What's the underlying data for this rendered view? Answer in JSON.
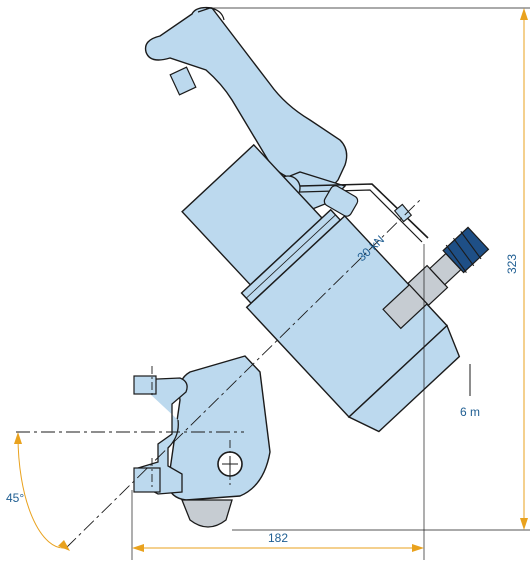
{
  "labels": {
    "force": "30 kN",
    "height_dim": "323",
    "width_dim": "182",
    "cable_length": "6 m",
    "angle": "45°"
  },
  "colors": {
    "body_fill": "#bcd9ee",
    "outline": "#1b1b1b",
    "dimension": "#e9a21e",
    "annotation": "#1f5e92",
    "dark_blue": "#1e4f86",
    "steel": "#c6ccd2"
  }
}
